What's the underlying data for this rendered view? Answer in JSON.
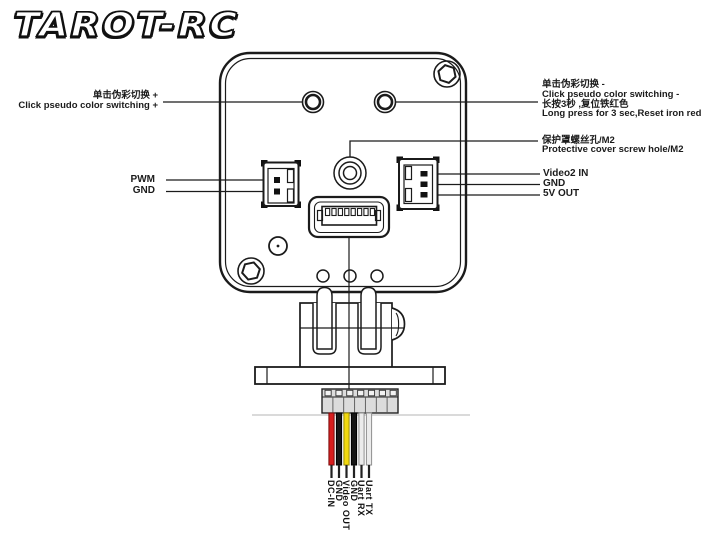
{
  "logo": {
    "text": "TAROT-RC"
  },
  "annotations": {
    "left_button": {
      "zh": "单击伪彩切换 +",
      "en": "Click pseudo color switching +"
    },
    "pwm_port": {
      "pwm": "PWM",
      "gnd": "GND"
    },
    "right_button": {
      "zh1": "单击伪彩切换 -",
      "en1": "Click pseudo color switching -",
      "zh2": "长按3秒 ,复位铁红色",
      "en2": "Long press for 3 sec,Reset iron red"
    },
    "screw_hole": {
      "zh": "保护罩螺丝孔/M2",
      "en": "Protective cover screw hole/M2"
    },
    "video_port": {
      "line1": "Video2 IN",
      "line2": "GND",
      "line3": "5V OUT"
    }
  },
  "wires": [
    {
      "label": "DC-IN",
      "color": "#d81e1e",
      "edge": "#7a0c0c"
    },
    {
      "label": "GND",
      "color": "#161616",
      "edge": "#000000"
    },
    {
      "label": "Video OUT",
      "color": "#f2d90e",
      "edge": "#9a8a00"
    },
    {
      "label": "GND",
      "color": "#161616",
      "edge": "#000000"
    },
    {
      "label": "Uart RX",
      "color": "#ebebeb",
      "edge": "#8f8f8f"
    },
    {
      "label": "Uart TX",
      "color": "#ebebeb",
      "edge": "#8f8f8f"
    }
  ],
  "colors": {
    "ink": "#1b1b1b",
    "background": "#ffffff",
    "connector_gray": "#dcdcdc"
  }
}
